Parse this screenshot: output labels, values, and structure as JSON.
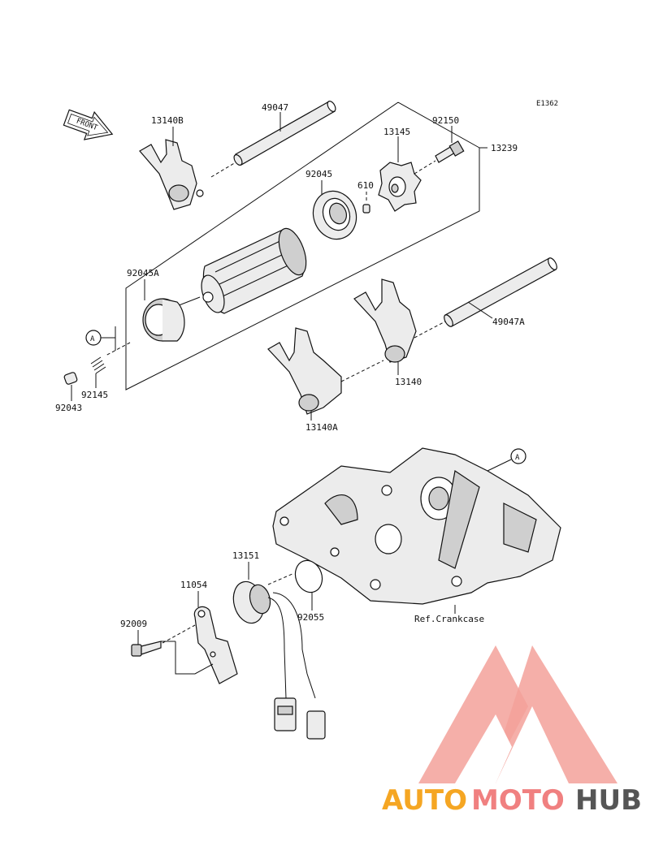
{
  "diagram": {
    "code": "E1362",
    "front_label": "FRONT",
    "ref_marker": "A",
    "parts": {
      "p13140B": "13140B",
      "p49047": "49047",
      "p92150": "92150",
      "p13145": "13145",
      "p13239": "13239",
      "p92045": "92045",
      "p610": "610",
      "p92045A": "92045A",
      "p92145": "92145",
      "p92043": "92043",
      "p49047A": "49047A",
      "p13140": "13140",
      "p13140A": "13140A",
      "p13151": "13151",
      "p11054": "11054",
      "p92009": "92009",
      "p92055": "92055",
      "ref_crankcase": "Ref.Crankcase"
    }
  },
  "watermark": {
    "text_part1": "AUTO",
    "text_part2": "MOTO",
    "text_part3": "HUB",
    "color1": "#f5a623",
    "color2": "#f08080",
    "color3": "#555555",
    "logo_color": "#f3a19a"
  }
}
